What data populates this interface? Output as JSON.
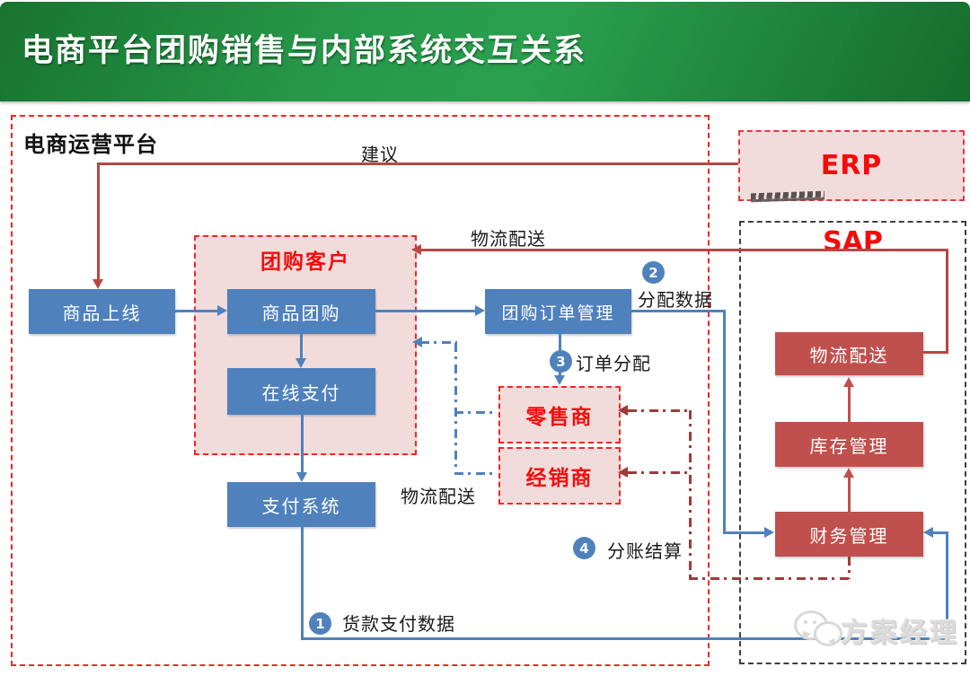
{
  "header": {
    "title": "电商平台团购销售与内部系统交互关系"
  },
  "platform": {
    "title": "电商运营平台",
    "product_online": "商品上线",
    "payment_system": "支付系统",
    "order_mgmt": "团购订单管理",
    "customer": {
      "title": "团购客户",
      "product_groupbuy": "商品团购",
      "online_payment": "在线支付"
    },
    "retailer": "零售商",
    "distributor": "经销商"
  },
  "erp": {
    "title": "ERP"
  },
  "sap": {
    "title": "SAP",
    "logistics": "物流配送",
    "inventory": "库存管理",
    "finance": "财务管理"
  },
  "labels": {
    "suggestion": "建议",
    "logistics_to_customer": "物流配送",
    "logistics_from_sellers": "物流配送"
  },
  "steps": {
    "s1": {
      "num": "1",
      "label": "货款支付数据"
    },
    "s2": {
      "num": "2",
      "label": "分配数据"
    },
    "s3": {
      "num": "3",
      "label": "订单分配"
    },
    "s4": {
      "num": "4",
      "label": "分账结算"
    }
  },
  "watermark": {
    "text": "方案经理"
  },
  "colors": {
    "header_green": "#1f8c3e",
    "blue_box": "#4f81bd",
    "red_box": "#c0504d",
    "pink_fill": "#f2dcdb",
    "red_dashed_border": "#f52525",
    "brick_line": "#b84743",
    "brown_dashdot_line": "#9e3c38",
    "blue_line": "#4f81bd",
    "sap_border": "#3f3f3f"
  }
}
